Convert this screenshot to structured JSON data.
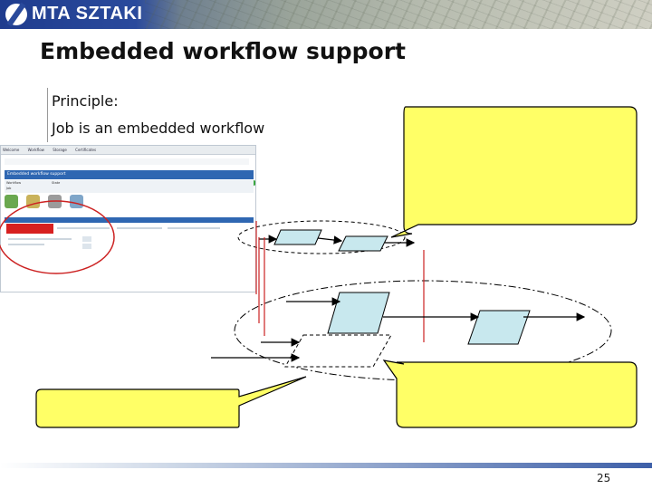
{
  "header": {
    "logo_text": "MTA SZTAKI",
    "faint_text": "[intentionally blank]"
  },
  "slide": {
    "title": "Embedded workflow support",
    "principle_line1": "Principle:",
    "principle_line2": "Job is an embedded workflow",
    "page_number": "25"
  },
  "portal": {
    "tabs": [
      "Welcome",
      "Workflow",
      "Storage",
      "Certificates"
    ],
    "header_bar": "Embedded workflow support",
    "meta_row": [
      "Workflow",
      "State",
      "Job"
    ]
  },
  "colors": {
    "callout_yellow": "#ffff66",
    "job_box": "#c8e8ee",
    "portal_red": "#d72020",
    "connector_red": "#cc2222",
    "banner_blue": "#2a4a9c"
  },
  "icons": [
    "mta-sztaki-logo-icon",
    "workflow-run-icon",
    "edit-icon",
    "delete-icon",
    "refresh-icon"
  ]
}
